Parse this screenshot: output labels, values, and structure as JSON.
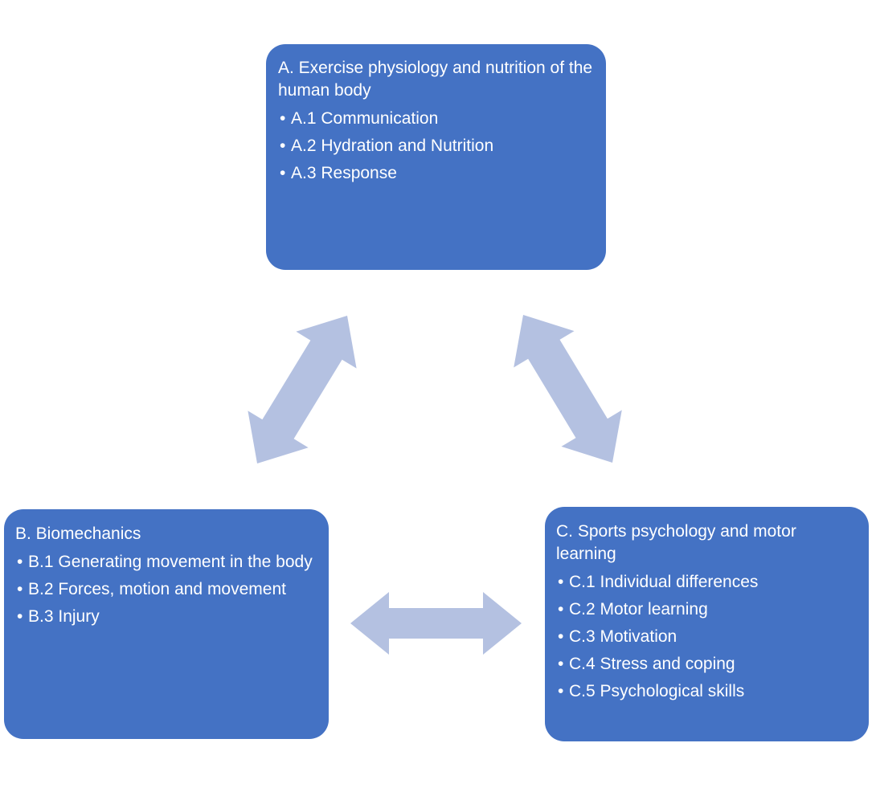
{
  "colors": {
    "box_fill": "#4472c4",
    "box_text": "#ffffff",
    "arrow_fill": "#b4c1e1",
    "background": "#ffffff"
  },
  "boxes": {
    "a": {
      "title": "A. Exercise physiology and nutrition of the human body",
      "items": [
        "A.1 Communication",
        "A.2 Hydration and Nutrition",
        "A.3 Response"
      ]
    },
    "b": {
      "title": "B. Biomechanics",
      "items": [
        "B.1 Generating movement in the body",
        "B.2 Forces, motion and movement",
        "B.3 Injury"
      ]
    },
    "c": {
      "title": "C. Sports psychology and motor learning",
      "items": [
        "C.1 Individual differences",
        "C.2 Motor learning",
        "C.3 Motivation",
        "C.4 Stress and coping",
        "C.5 Psychological skills"
      ]
    }
  },
  "bullet_glyph": "•",
  "connections": [
    {
      "from": "a",
      "to": "b",
      "type": "double-arrow"
    },
    {
      "from": "a",
      "to": "c",
      "type": "double-arrow"
    },
    {
      "from": "b",
      "to": "c",
      "type": "double-arrow"
    }
  ]
}
